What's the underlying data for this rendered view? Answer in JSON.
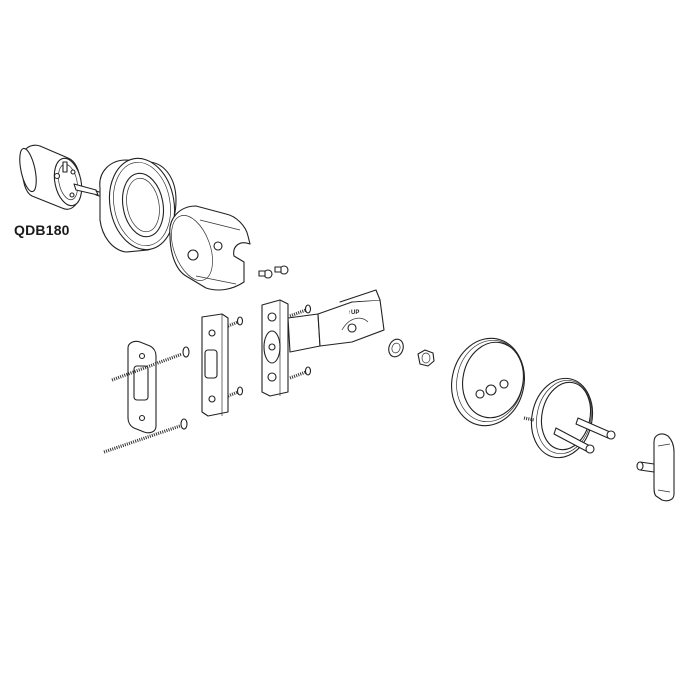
{
  "diagram": {
    "type": "exploded-parts-view",
    "model_label": "QDB180",
    "latch_marking": "UP",
    "background": "#ffffff",
    "line_color": "#222222",
    "parts": [
      {
        "id": "cylinder",
        "name": "Exterior cylinder with tailpiece"
      },
      {
        "id": "exterior-rose",
        "name": "Exterior rose / collar"
      },
      {
        "id": "mounting-housing",
        "name": "Mounting housing / adapter"
      },
      {
        "id": "small-screws",
        "name": "Pair of small machine screws"
      },
      {
        "id": "latch-bolt",
        "name": "Deadbolt latch assembly with faceplate"
      },
      {
        "id": "latch-screws",
        "name": "Latch faceplate wood screws"
      },
      {
        "id": "strike-plate",
        "name": "Strike plate"
      },
      {
        "id": "strike-screws",
        "name": "Strike plate wood screws"
      },
      {
        "id": "reinforcer-plate",
        "name": "Reinforcer / dust box plate"
      },
      {
        "id": "reinforcer-screws",
        "name": "Long reinforcing screws"
      },
      {
        "id": "lock-washer",
        "name": "Lock washer"
      },
      {
        "id": "hex-nut",
        "name": "Hex nut"
      },
      {
        "id": "interior-rose",
        "name": "Interior rose plate"
      },
      {
        "id": "interior-mounting-plate",
        "name": "Interior mounting plate with through-bolts"
      },
      {
        "id": "thumbturn",
        "name": "Interior thumbturn"
      }
    ]
  }
}
